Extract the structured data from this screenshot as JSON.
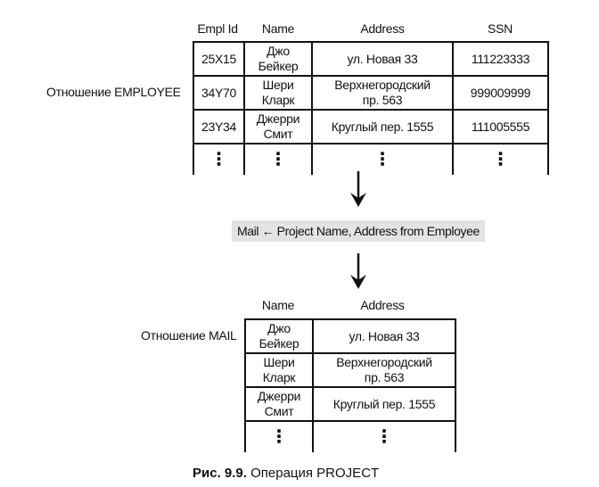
{
  "employee": {
    "label": "Отношение EMPLOYEE",
    "headers": [
      "Empl Id",
      "Name",
      "Address",
      "SSN"
    ],
    "rows": [
      {
        "id": "25X15",
        "name1": "Джо",
        "name2": "Бейкер",
        "addr1": "ул. Новая 33",
        "addr2": "",
        "ssn": "111223333"
      },
      {
        "id": "34Y70",
        "name1": "Шери",
        "name2": "Кларк",
        "addr1": "Верхнегородский",
        "addr2": "пр. 563",
        "ssn": "999009999"
      },
      {
        "id": "23Y34",
        "name1": "Джерри",
        "name2": "Смит",
        "addr1": "Круглый пер. 1555",
        "addr2": "",
        "ssn": "111005555"
      }
    ],
    "ellipsis": "⋮"
  },
  "operation": {
    "text": "Mail ← Project Name, Address from Employee"
  },
  "mail": {
    "label": "Отношение MAIL",
    "headers": [
      "Name",
      "Address"
    ],
    "rows": [
      {
        "name1": "Джо",
        "name2": "Бейкер",
        "addr1": "ул. Новая 33",
        "addr2": ""
      },
      {
        "name1": "Шери",
        "name2": "Кларк",
        "addr1": "Верхнегородский",
        "addr2": "пр. 563"
      },
      {
        "name1": "Джерри",
        "name2": "Смит",
        "addr1": "Круглый пер. 1555",
        "addr2": ""
      }
    ],
    "ellipsis": "⋮"
  },
  "caption": {
    "prefix": "Рис. 9.9.",
    "text": " Операция PROJECT"
  }
}
